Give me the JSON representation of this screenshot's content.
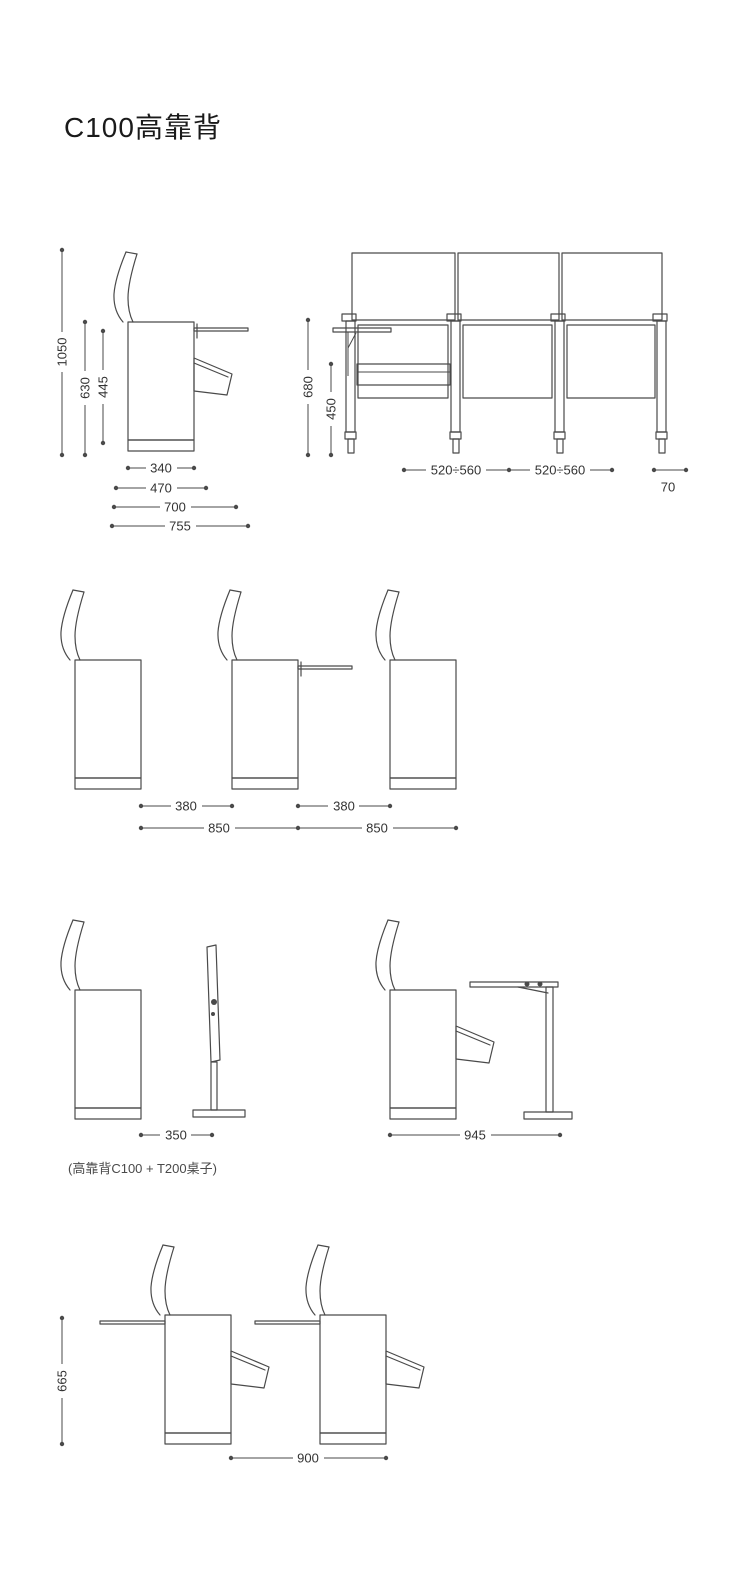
{
  "title": "C100高靠背",
  "caption": "(高靠背C100 + T200桌子)",
  "colors": {
    "background": "#ffffff",
    "line": "#4a4a4a",
    "text": "#333333",
    "title": "#1a1a1a"
  },
  "dims": {
    "total_height": "1050",
    "back_height": "630",
    "seat_height": "445",
    "seat_width": "340",
    "depth_470": "470",
    "depth_700": "700",
    "depth_755": "755",
    "tablet_height": "680",
    "seat_pan_height": "450",
    "seat_pitch_1": "520÷560",
    "seat_pitch_2": "520÷560",
    "leg_width": "70",
    "row_clearance_1": "380",
    "row_clearance_2": "380",
    "row_pitch_1": "850",
    "row_pitch_2": "850",
    "folded_table_depth": "350",
    "open_table_depth": "945",
    "table_height": "665",
    "row_pitch_3": "900"
  }
}
